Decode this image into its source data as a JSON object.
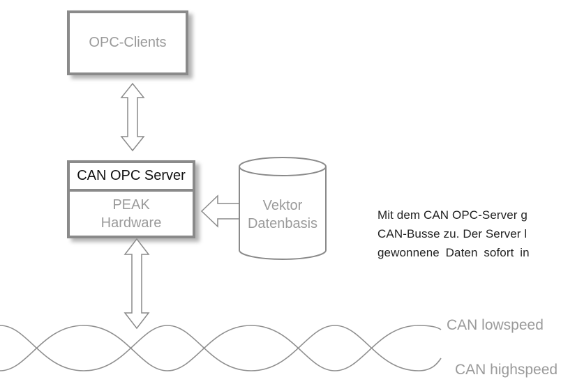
{
  "boxes": {
    "opc_clients": "OPC-Clients",
    "can_opc_server": "CAN OPC Server",
    "peak_hardware": [
      "PEAK",
      "Hardware"
    ],
    "vektor_datenbasis": [
      "Vektor",
      "Datenbasis"
    ]
  },
  "description": [
    "Mit dem CAN OPC-Server g",
    "CAN-Busse zu. Der Server l",
    "gewonnene Daten sofort in"
  ],
  "bus_labels": {
    "lowspeed": "CAN lowspeed",
    "highspeed": "CAN highspeed"
  }
}
